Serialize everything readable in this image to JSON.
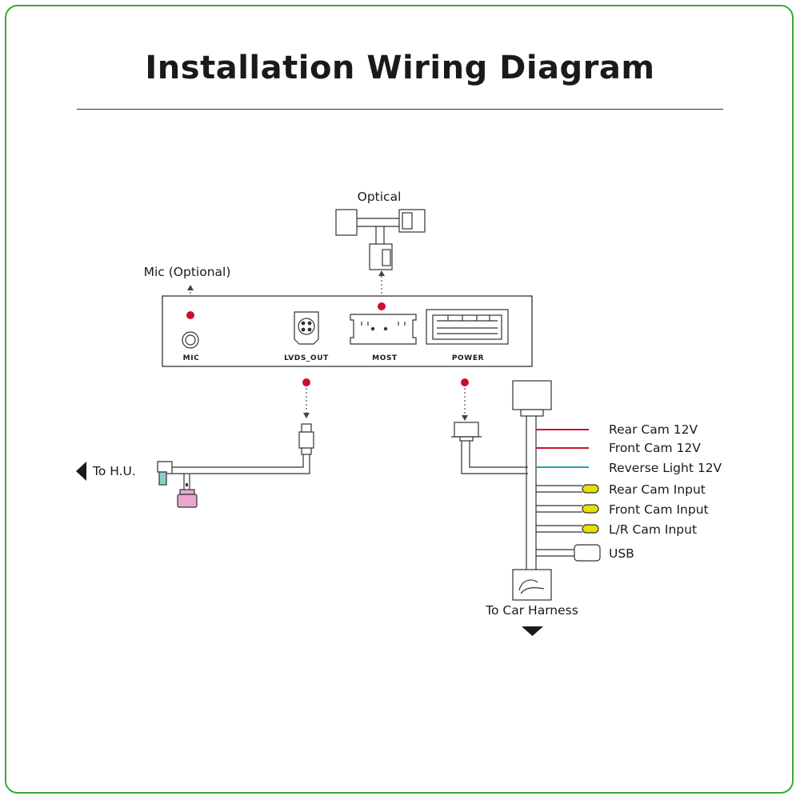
{
  "title": "Installation Wiring Diagram",
  "labels": {
    "optical": "Optical",
    "mic_optional": "Mic (Optional)",
    "to_hu": "To H.U.",
    "to_car_harness": "To Car Harness"
  },
  "ports": {
    "mic": "MIC",
    "lvds_out": "LVDS_OUT",
    "most": "MOST",
    "power": "POWER"
  },
  "wires": [
    {
      "label": "Rear Cam 12V",
      "color": "#c8102e",
      "end": "bare"
    },
    {
      "label": "Front Cam 12V",
      "color": "#c8102e",
      "end": "bare"
    },
    {
      "label": "Reverse Light 12V",
      "color": "#1aa89a",
      "end": "bare"
    },
    {
      "label": "Rear Cam Input",
      "color": "#e6df00",
      "end": "rca"
    },
    {
      "label": "Front Cam Input",
      "color": "#e6df00",
      "end": "rca"
    },
    {
      "label": "L/R Cam Input",
      "color": "#e6df00",
      "end": "rca"
    },
    {
      "label": "USB",
      "color": "#ffffff",
      "end": "usb"
    }
  ],
  "colors": {
    "frame_border": "#3aa935",
    "marker_dot": "#c8102e",
    "hu_connector_teal": "#8ad0c8",
    "hu_connector_pink": "#e9a6cf"
  }
}
